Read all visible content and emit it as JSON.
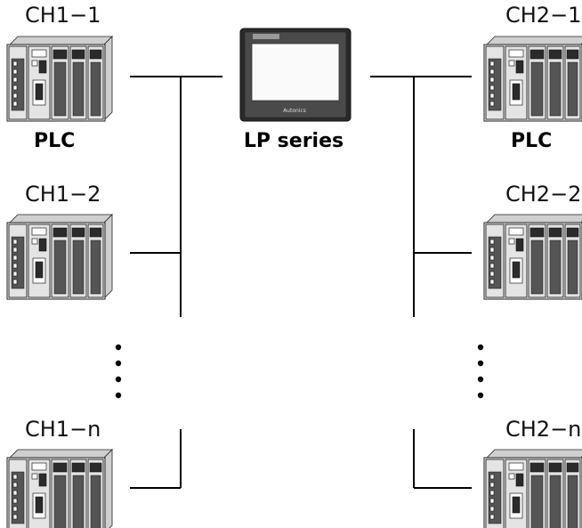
{
  "diagram": {
    "hmi_label": "LP series",
    "left_plc_label": "PLC",
    "right_plc_label": "PLC",
    "hmi_brand": "Autonics",
    "channels_left": [
      "CH1−1",
      "CH1−2",
      "CH1−n"
    ],
    "channels_right": [
      "CH2−1",
      "CH2−2",
      "CH2−n"
    ]
  }
}
